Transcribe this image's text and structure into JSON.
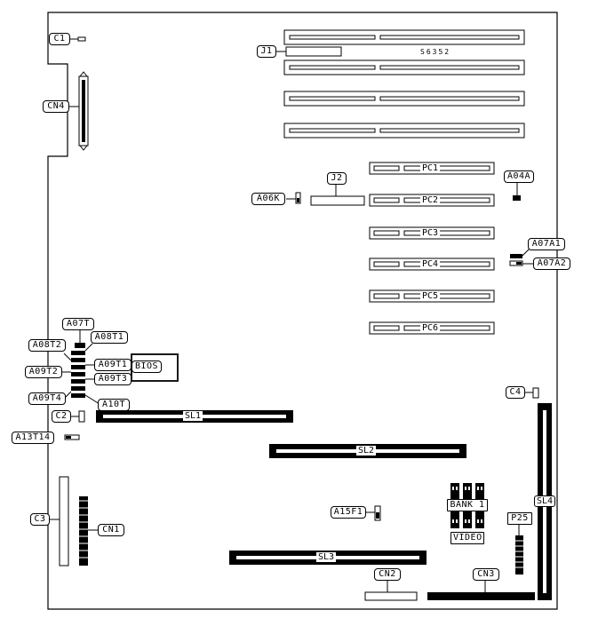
{
  "board_id": "S6352",
  "components": {
    "c1": "C1",
    "cn4": "CN4",
    "j1": "J1",
    "j2": "J2",
    "a06k": "A06K",
    "a04a": "A04A",
    "a07a1": "A07A1",
    "a07a2": "A07A2",
    "pc1": "PC1",
    "pc2": "PC2",
    "pc3": "PC3",
    "pc4": "PC4",
    "pc5": "PC5",
    "pc6": "PC6",
    "a07t": "A07T",
    "a08t1": "A08T1",
    "a08t2": "A08T2",
    "a09t1": "A09T1",
    "a09t2": "A09T2",
    "a09t3": "A09T3",
    "a09t4": "A09T4",
    "a10t": "A10T",
    "bios": "BIOS",
    "c2": "C2",
    "c4": "C4",
    "a13t14": "A13T14",
    "sl1": "SL1",
    "sl2": "SL2",
    "sl3": "SL3",
    "sl4": "SL4",
    "c3": "C3",
    "cn1": "CN1",
    "a15f1": "A15F1",
    "bank1": "BANK 1",
    "video": "VIDEO",
    "p25": "P25",
    "cn2": "CN2",
    "cn3": "CN3"
  }
}
